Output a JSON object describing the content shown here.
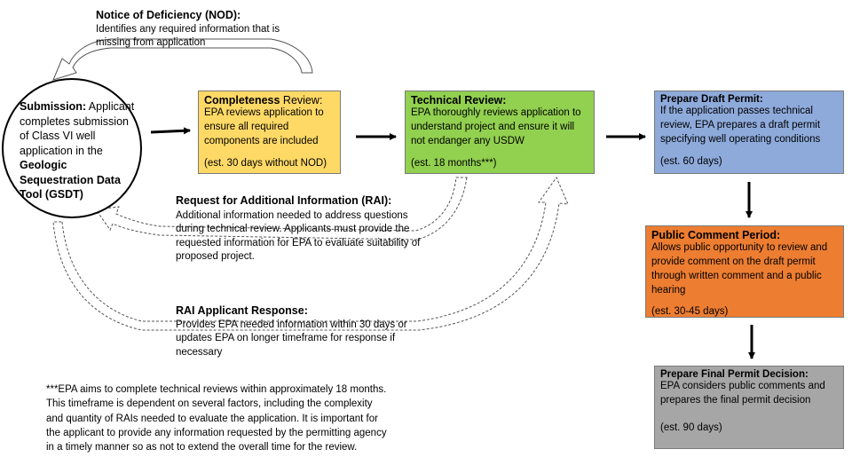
{
  "nod": {
    "title": "Notice of Deficiency (NOD):",
    "body": "Identifies any required information that is missing from application"
  },
  "submission": {
    "title": "Submission:",
    "body_lead": " Applicant completes submission of Class VI well application in the ",
    "body_bold": "Geologic Sequestration Data Tool (GSDT)"
  },
  "completeness": {
    "title_bold": "Completeness",
    "title_rest": " Review:",
    "body": "EPA reviews application to ensure all required components are included",
    "est": "(est. 30 days without NOD)"
  },
  "technical": {
    "title": "Technical Review:",
    "body": "EPA thoroughly reviews application to understand project and ensure it will not endanger any USDW",
    "est": "(est. 18 months***)"
  },
  "draft": {
    "title": "Prepare Draft Permit:",
    "body": "If the application passes technical review, EPA prepares a draft permit specifying well operating conditions",
    "est": "(est. 60 days)"
  },
  "public": {
    "title": "Public Comment Period:",
    "body": "Allows public opportunity to review and provide comment on the draft permit through written comment and a public hearing",
    "est": "(est. 30-45 days)"
  },
  "final": {
    "title": "Prepare Final Permit Decision:",
    "body": "EPA considers public comments and prepares the final permit decision",
    "est": "(est. 90 days)"
  },
  "rai": {
    "title": "Request for Additional Information (RAI):",
    "body": " Additional information needed to address questions during technical review. Applicants must provide the requested information for EPA to evaluate suitability of proposed project."
  },
  "rai_response": {
    "title": "RAI Applicant Response:",
    "body": "Provides EPA needed information within 30 days or updates EPA on longer timeframe for response if necessary"
  },
  "footnote": "***EPA aims to complete technical reviews within approximately 18 months. This timeframe is dependent on several factors, including the complexity and quantity of RAIs needed to evaluate the application.  It is important for the applicant to provide any information requested by the permitting agency in a timely manner so as not to extend the overall time for the review.",
  "colors": {
    "completeness": "#ffd966",
    "technical": "#92d050",
    "draft": "#8eaadb",
    "public": "#ed7d31",
    "final": "#a6a6a6"
  }
}
